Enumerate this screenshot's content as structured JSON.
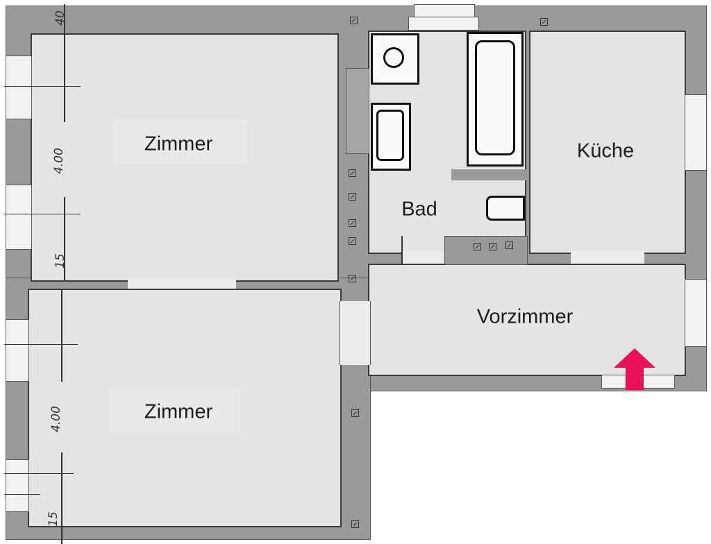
{
  "plan": {
    "rooms": [
      {
        "id": "zimmer-1",
        "label": "Zimmer"
      },
      {
        "id": "zimmer-2",
        "label": "Zimmer"
      },
      {
        "id": "bad",
        "label": "Bad"
      },
      {
        "id": "kueche",
        "label": "Küche"
      },
      {
        "id": "vorzimmer",
        "label": "Vorzimmer"
      }
    ],
    "dimensions": {
      "zimmer_1_height": "4.00",
      "zimmer_1_top_offset": "40",
      "zimmer_1_bottom_offset": "15",
      "zimmer_2_height": "4.00",
      "zimmer_2_bottom_offset": "15"
    },
    "entrance": {
      "icon": "entrance-arrow-icon",
      "color": "#e8115a"
    },
    "colors": {
      "wall": "#9a9a9a",
      "floor": "#e4e4e4",
      "outline": "#3a3a3a",
      "window": "#f2f2f2",
      "fixture": "#fafafa"
    }
  }
}
